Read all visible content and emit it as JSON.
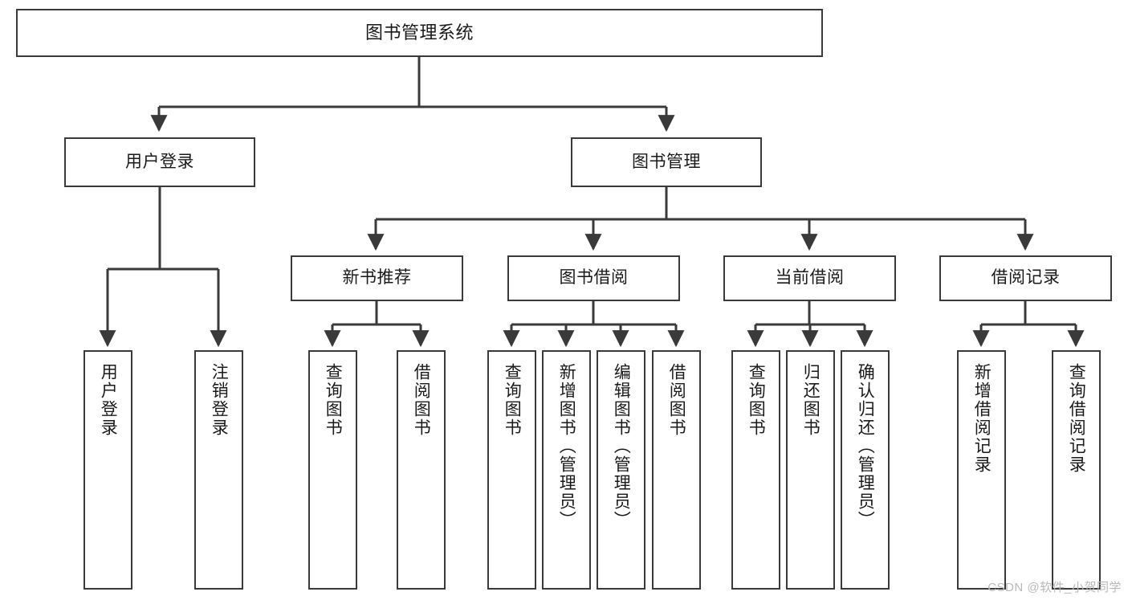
{
  "diagram": {
    "title": "图书管理系统",
    "type": "hierarchy-tree",
    "watermark": "CSDN @软件_小贺同学",
    "colors": {
      "box_border": "#3a3a3a",
      "box_fill": "#ffffff",
      "edge": "#3a3a3a",
      "text": "#1a1a1a",
      "watermark": "#b9b9b9",
      "background": "#ffffff"
    },
    "nodes": {
      "root": {
        "label": "图书管理系统"
      },
      "level2": [
        {
          "id": "user-login",
          "label": "用户登录"
        },
        {
          "id": "book-manage",
          "label": "图书管理"
        }
      ],
      "level3": [
        {
          "id": "new-book-rec",
          "label": "新书推荐"
        },
        {
          "id": "book-borrow",
          "label": "图书借阅"
        },
        {
          "id": "current-borrow",
          "label": "当前借阅"
        },
        {
          "id": "borrow-record",
          "label": "借阅记录"
        }
      ],
      "leaves": [
        {
          "id": "leaf-user-login",
          "label": "用户登录",
          "parent": "user-login"
        },
        {
          "id": "leaf-user-logout",
          "label": "注销登录",
          "parent": "user-login"
        },
        {
          "id": "leaf-query-book-1",
          "label": "查询图书",
          "parent": "new-book-rec"
        },
        {
          "id": "leaf-borrow-book-1",
          "label": "借阅图书",
          "parent": "new-book-rec"
        },
        {
          "id": "leaf-query-book-2",
          "label": "查询图书",
          "parent": "book-borrow"
        },
        {
          "id": "leaf-add-book",
          "label": "新增图书（管理员）",
          "parent": "book-borrow"
        },
        {
          "id": "leaf-edit-book",
          "label": "编辑图书（管理员）",
          "parent": "book-borrow"
        },
        {
          "id": "leaf-borrow-book-2",
          "label": "借阅图书",
          "parent": "book-borrow"
        },
        {
          "id": "leaf-query-book-3",
          "label": "查询图书",
          "parent": "current-borrow"
        },
        {
          "id": "leaf-return-book",
          "label": "归还图书",
          "parent": "current-borrow"
        },
        {
          "id": "leaf-confirm-return",
          "label": "确认归还（管理员）",
          "parent": "current-borrow"
        },
        {
          "id": "leaf-add-record",
          "label": "新增借阅记录",
          "parent": "borrow-record"
        },
        {
          "id": "leaf-query-record",
          "label": "查询借阅记录",
          "parent": "borrow-record"
        }
      ]
    }
  }
}
